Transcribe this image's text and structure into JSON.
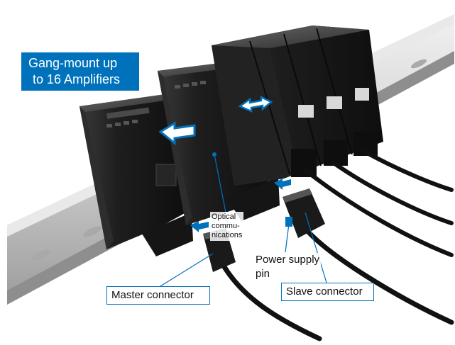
{
  "banner": {
    "line1": "Gang-mount up",
    "line2": "to 16 Amplifiers"
  },
  "callouts": {
    "optical": [
      "Optical",
      "commu-",
      "nications"
    ],
    "power_supply": [
      "Power supply",
      "pin"
    ],
    "master_connector": "Master connector",
    "slave_connector": "Slave connector"
  },
  "colors": {
    "accent": "#0072bc",
    "device_body": "#1a1a1a",
    "rail": "#c8c8c8"
  },
  "icons": [
    "move-left-arrow-icon",
    "move-both-arrow-icon",
    "slide-arrow-icon"
  ]
}
